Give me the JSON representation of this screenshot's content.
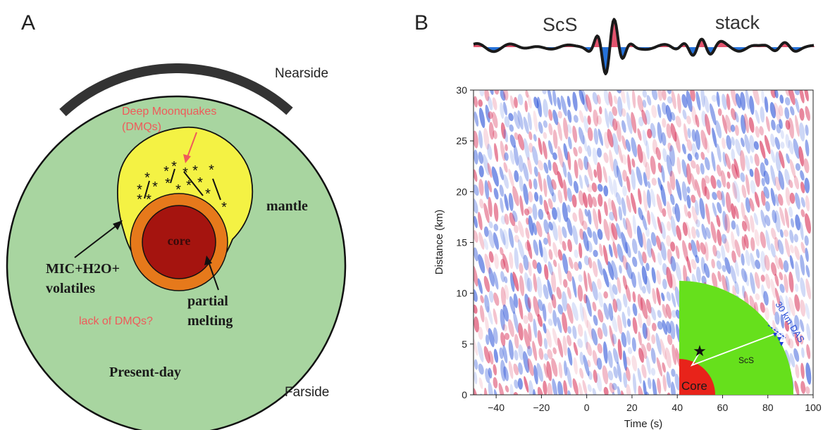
{
  "panelA": {
    "label": "A",
    "nearside": "Nearside",
    "farside": "Farside",
    "mantle": "mantle",
    "core": "core",
    "deep_moonquakes_line1": "Deep Moonquakes",
    "deep_moonquakes_line2": "(DMQs)",
    "mic_line1": "MIC+H2O+",
    "mic_line2": "volatiles",
    "lack_dmqs": "lack of DMQs?",
    "partial_line1": "partial",
    "partial_line2": "melting",
    "present_day": "Present-day",
    "colors": {
      "mantle": "#a8d5a0",
      "mic_zone": "#f4f244",
      "partial_melt": "#e6791b",
      "core": "#a5140f",
      "annotation_red": "#ef5a5a"
    }
  },
  "panelB": {
    "label": "B",
    "waveform_label_left": "ScS",
    "waveform_label_right": "stack",
    "inset": {
      "core_label": "Core",
      "path_label": "ScS",
      "das_label": "30 km DAS",
      "colors": {
        "mantle": "#66e01c",
        "core": "#e8231a"
      }
    }
  },
  "chart_data": {
    "type": "heatmap",
    "xlabel": "Time (s)",
    "ylabel": "Distance (km)",
    "xlim": [
      -50,
      100
    ],
    "ylim": [
      0,
      30
    ],
    "xticks": [
      -40,
      -20,
      0,
      20,
      40,
      60,
      80,
      100
    ],
    "yticks": [
      0,
      5,
      10,
      15,
      20,
      25,
      30
    ],
    "colormap": "seismic (blue-white-red)"
  }
}
